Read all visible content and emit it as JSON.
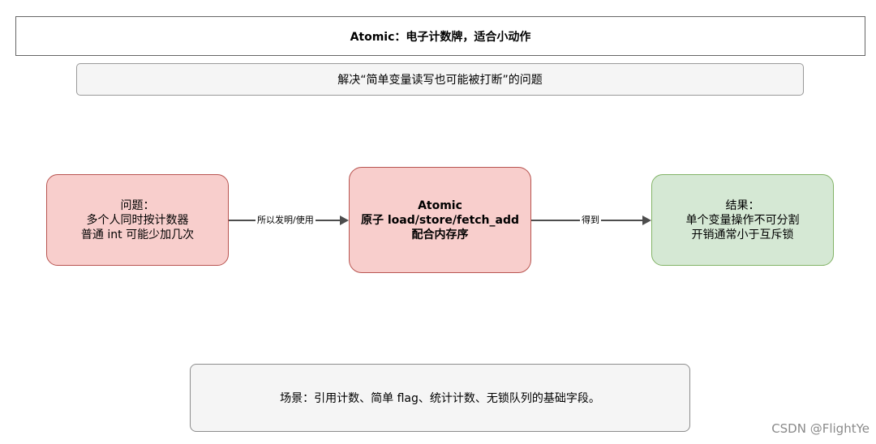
{
  "title": "Atomic：电子计数牌，适合小动作",
  "subtitle": "解决“简单变量读写也可能被打断”的问题",
  "nodes": {
    "problem": {
      "lines": [
        "问题：",
        "多个人同时按计数器",
        "普通 int 可能少加几次"
      ]
    },
    "atomic": {
      "lines": [
        "Atomic",
        "原子 load/store/fetch_add",
        "配合内存序"
      ]
    },
    "result": {
      "lines": [
        "结果：",
        "单个变量操作不可分割",
        "开销通常小于互斥锁"
      ]
    }
  },
  "edges": {
    "problem_to_atomic": "所以发明/使用",
    "atomic_to_result": "得到"
  },
  "scene": "场景：引用计数、简单 flag、统计计数、无锁队列的基础字段。",
  "watermark": "CSDN @FlightYe",
  "colors": {
    "node_red_fill": "#f8cecc",
    "node_red_border": "#b85450",
    "node_green_fill": "#d5e8d4",
    "node_green_border": "#82b366",
    "panel_fill": "#f5f5f5",
    "arrow": "#4d4d4d"
  }
}
